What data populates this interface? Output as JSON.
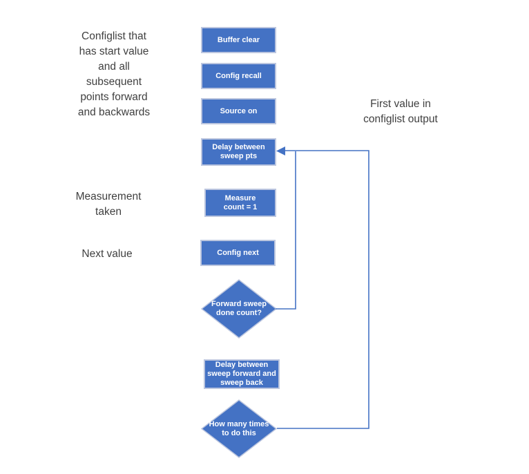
{
  "colors": {
    "shape_fill": "#4472c4",
    "shape_border": "#bcc6df",
    "connector": "#4472c4",
    "annotation_text": "#3f3f3f",
    "shape_text": "#ffffff",
    "background": "#ffffff"
  },
  "annotations": {
    "configlist": {
      "lines": [
        "Configlist that",
        "has start value",
        "and all",
        "subsequent",
        "points forward",
        "and backwards"
      ]
    },
    "measurement": {
      "lines": [
        "Measurement",
        "taken"
      ]
    },
    "next_value": {
      "lines": [
        "Next value"
      ]
    },
    "first_value": {
      "lines": [
        "First value in",
        "configlist output"
      ]
    }
  },
  "steps": {
    "buffer_clear": {
      "lines": [
        "Buffer clear"
      ]
    },
    "config_recall": {
      "lines": [
        "Config recall"
      ]
    },
    "source_on": {
      "lines": [
        "Source on"
      ]
    },
    "delay_sweep_pts": {
      "lines": [
        "Delay between",
        "sweep pts"
      ]
    },
    "measure_count": {
      "lines": [
        "Measure",
        "count = 1"
      ]
    },
    "config_next": {
      "lines": [
        "Config next"
      ]
    },
    "delay_forward_back": {
      "lines": [
        "Delay between",
        "sweep forward and",
        "sweep back"
      ]
    }
  },
  "decisions": {
    "forward_sweep": {
      "lines": [
        "Forward sweep",
        "done count?"
      ]
    },
    "how_many_times": {
      "lines": [
        "How many times",
        "to do this"
      ]
    }
  }
}
